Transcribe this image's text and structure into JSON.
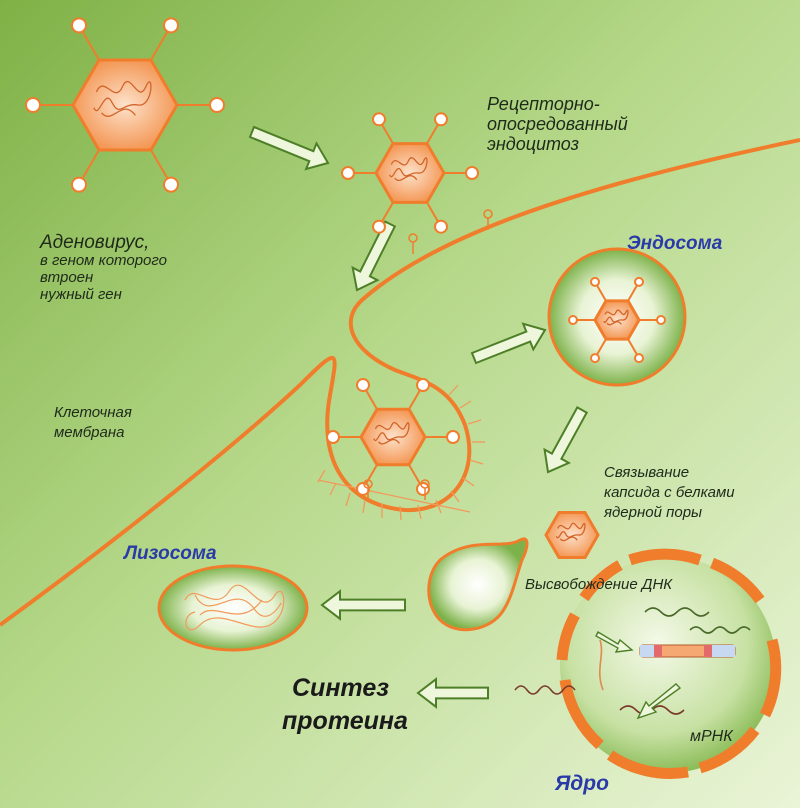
{
  "labels": {
    "adenovirus": [
      "Аденовирус,",
      "в геном которого",
      "втроен",
      "нужный ген"
    ],
    "endocytosis": [
      "Рецепторно-",
      "опосредованный",
      "эндоцитоз"
    ],
    "endosome": "Эндосома",
    "membrane": [
      "Клеточная",
      "мембрана"
    ],
    "binding": [
      "Связывание",
      "капсида с белками",
      "ядерной поры"
    ],
    "lysosome": "Лизосома",
    "dna_release": "Высвобождение ДНК",
    "protein_synthesis": [
      "Синтез",
      "протеина"
    ],
    "mrna": "мРНК",
    "nucleus": "Ядро"
  },
  "colors": {
    "orange": "#f07d2c",
    "virus_fill": "#f6a873",
    "arrow_fill": "#eef7dc",
    "arrow_stroke": "#4d7f27",
    "label_blue": "#2a3aa8",
    "bg_dark": "#8dba55",
    "bg_light": "#eef6dc"
  }
}
